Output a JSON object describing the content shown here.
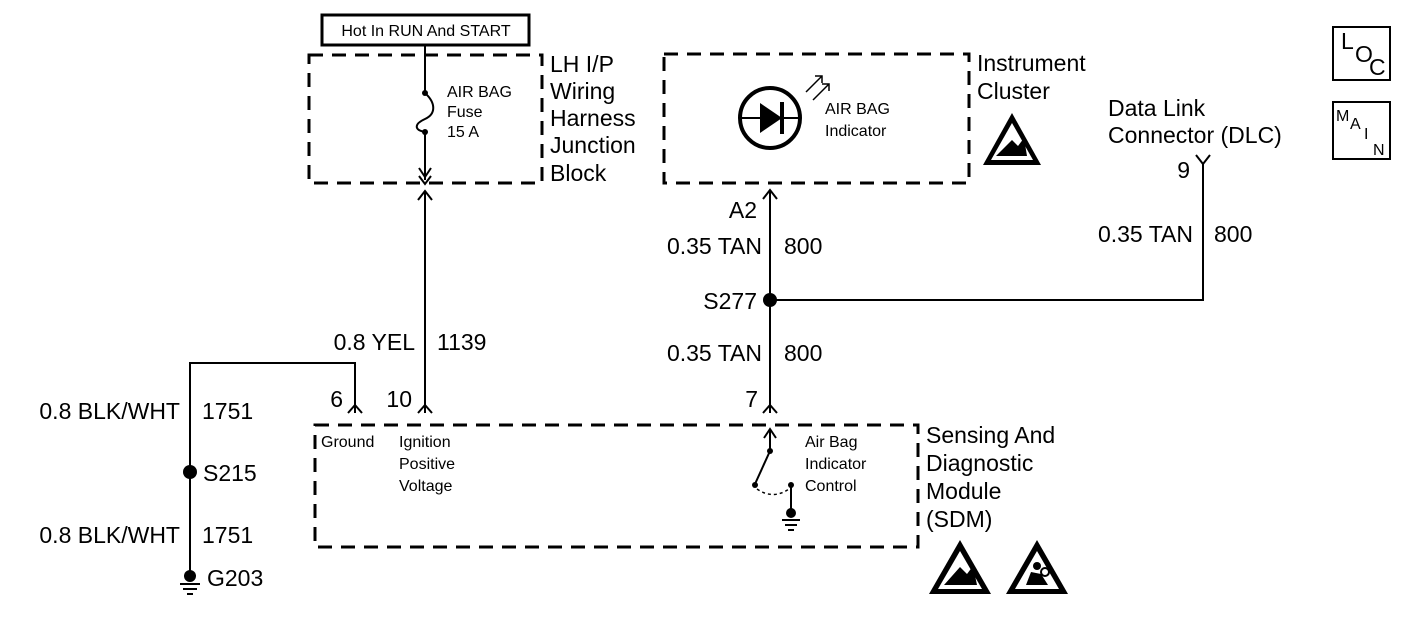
{
  "banner": "Hot In RUN And START",
  "junction_block": {
    "name_lines": [
      "LH I/P",
      "Wiring",
      "Harness",
      "Junction",
      "Block"
    ],
    "fuse_lines": [
      "AIR BAG",
      "Fuse",
      "15 A"
    ]
  },
  "instrument_cluster": {
    "name_lines": [
      "Instrument",
      "Cluster"
    ],
    "indicator_lines": [
      "AIR BAG",
      "Indicator"
    ],
    "terminal": "A2"
  },
  "dlc": {
    "name_lines": [
      "Data Link",
      "Connector (DLC)"
    ],
    "terminal": "9"
  },
  "wires": {
    "cluster_to_splice": {
      "gauge_color": "0.35 TAN",
      "circuit": "800"
    },
    "dlc_to_splice": {
      "gauge_color": "0.35 TAN",
      "circuit": "800"
    },
    "splice_to_sdm": {
      "gauge_color": "0.35 TAN",
      "circuit": "800"
    },
    "fuse_to_sdm": {
      "gauge_color": "0.8 YEL",
      "circuit": "1139"
    },
    "ground_upper": {
      "gauge_color": "0.8 BLK/WHT",
      "circuit": "1751"
    },
    "ground_lower": {
      "gauge_color": "0.8 BLK/WHT",
      "circuit": "1751"
    }
  },
  "splices": {
    "s277": "S277",
    "s215": "S215"
  },
  "ground": "G203",
  "sdm": {
    "name_lines": [
      "Sensing And",
      "Diagnostic",
      "Module",
      "(SDM)"
    ],
    "pins": {
      "ground": "6",
      "ignition": "10",
      "indicator": "7"
    },
    "pin_labels": {
      "ground": "Ground",
      "ignition_lines": [
        "Ignition",
        "Positive",
        "Voltage"
      ],
      "indicator_lines": [
        "Air Bag",
        "Indicator",
        "Control"
      ]
    }
  },
  "nav": {
    "loc": [
      "L",
      "O",
      "C"
    ],
    "main": [
      "M",
      "A",
      "I",
      "N"
    ]
  }
}
